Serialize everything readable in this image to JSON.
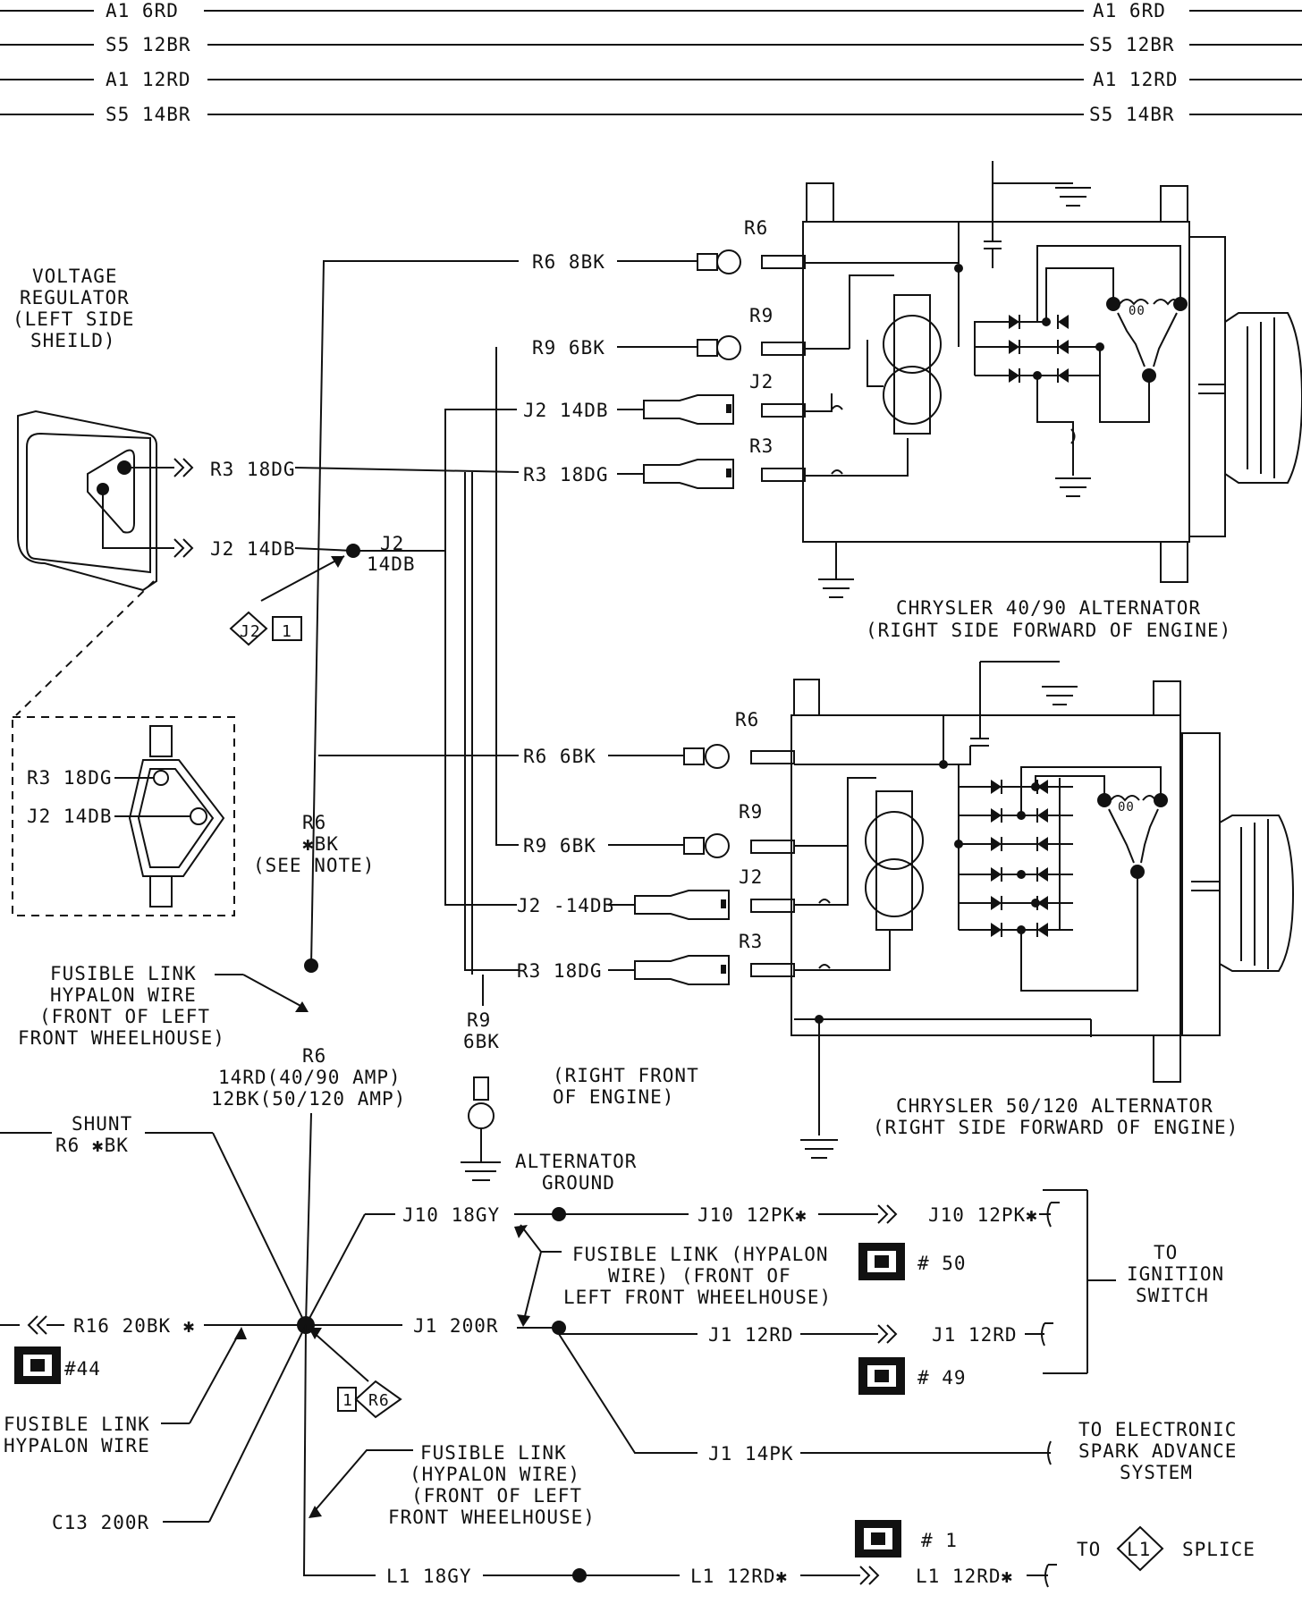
{
  "top_bus": [
    {
      "left": "A1 6RD",
      "right": "A1 6RD"
    },
    {
      "left": "S5 12BR",
      "right": "S5 12BR"
    },
    {
      "left": "A1 12RD",
      "right": "A1 12RD"
    },
    {
      "left": "S5 14BR",
      "right": "S5 14BR"
    }
  ],
  "regulator": {
    "title": [
      "VOLTAGE",
      "REGULATOR",
      "(LEFT SIDE",
      "SHEILD)"
    ],
    "out1": "R3 18DG",
    "out2": "J2 14DB",
    "inset1": "R3 18DG",
    "inset2": "J2 14DB"
  },
  "splice_j2": {
    "line1": "J2",
    "line2": "14DB",
    "tag_left": "J2",
    "tag_right": "1"
  },
  "alt1": {
    "r6_wire": "R6 8BK",
    "r9_wire": "R9 6BK",
    "j2_wire": "J2 14DB",
    "r3_wire": "R3 18DG",
    "t_r6": "R6",
    "t_r9": "R9",
    "t_j2": "J2",
    "t_r3": "R3",
    "title": "CHRYSLER 40/90 ALTERNATOR",
    "subtitle": "(RIGHT SIDE FORWARD OF ENGINE)"
  },
  "alt2": {
    "r6_wire": "R6 6BK",
    "r9_wire": "R9 6BK",
    "j2_wire": "J2 -14DB",
    "r3_wire": "R3 18DG",
    "t_r6": "R6",
    "t_r9": "R9",
    "t_j2": "J2",
    "t_r3": "R3",
    "title": "CHRYSLER 50/120 ALTERNATOR",
    "subtitle": "(RIGHT SIDE FORWARD OF ENGINE)"
  },
  "r6_note": {
    "line1": "R6",
    "line2": "✱BK",
    "line3": "(SEE NOTE)"
  },
  "fusible_left": [
    "FUSIBLE LINK",
    "HYPALON WIRE",
    "(FRONT OF LEFT",
    "FRONT WHEELHOUSE)"
  ],
  "r6_amp": [
    "R6",
    "14RD(40/90 AMP)",
    "12BK(50/120 AMP)"
  ],
  "ground": {
    "wire": [
      "R9",
      "6BK"
    ],
    "loc": [
      "(RIGHT FRONT",
      "OF ENGINE)"
    ],
    "label": [
      "ALTERNATOR",
      "GROUND"
    ]
  },
  "shunt": [
    "SHUNT",
    "R6 ✱BK"
  ],
  "r16": {
    "wire": "R16 20BK ✱",
    "conn": "#44"
  },
  "fusible_hyp": [
    "FUSIBLE LINK",
    "HYPALON WIRE"
  ],
  "c13": "C13 200R",
  "j10": {
    "wire": "J10 18GY",
    "mid": "J10 12PK✱",
    "end": "J10 12PK✱",
    "conn": "# 50"
  },
  "fusible_mid": [
    "FUSIBLE LINK (HYPALON",
    "WIRE) (FRONT OF",
    "LEFT FRONT WHEELHOUSE)"
  ],
  "j1": {
    "wire": "J1 200R",
    "mid": "J1 12RD",
    "end": "J1 12RD",
    "conn": "# 49",
    "pk": "J1 14PK"
  },
  "ignition": [
    "TO",
    "IGNITION",
    "SWITCH"
  ],
  "esa": [
    "TO ELECTRONIC",
    "SPARK ADVANCE",
    "SYSTEM"
  ],
  "splice_r6": {
    "left": "1",
    "right": "R6"
  },
  "fusible_bottom": [
    "FUSIBLE LINK",
    "(HYPALON WIRE)",
    "(FRONT OF LEFT",
    "FRONT WHEELHOUSE)"
  ],
  "l1": {
    "wire": "L1 18GY",
    "mid": "L1 12RD✱",
    "end": "L1 12RD✱",
    "conn": "# 1"
  },
  "splice_l1": {
    "pre": "TO",
    "tag": "L1",
    "post": "SPLICE"
  }
}
